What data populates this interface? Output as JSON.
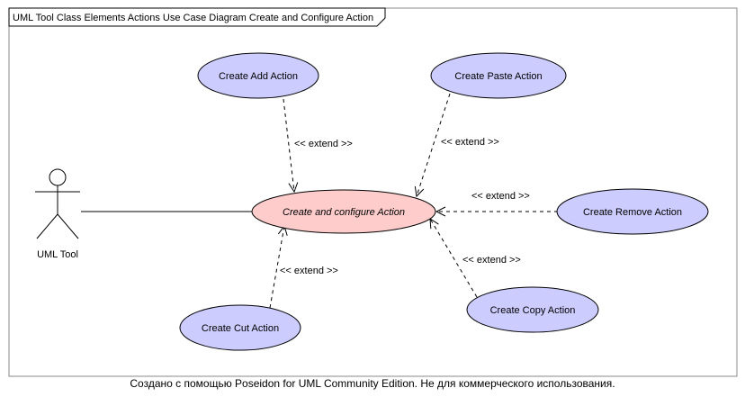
{
  "frame": {
    "title": "UML Tool Class Elements Actions Use Case Diagram Create and Configure Action"
  },
  "actor": {
    "name": "UML Tool"
  },
  "use_cases": {
    "main": "Create and configure Action",
    "add": "Create Add Action",
    "paste": "Create Paste Action",
    "remove": "Create Remove Action",
    "copy": "Create Copy Action",
    "cut": "Create Cut Action"
  },
  "relations": {
    "extend_label": "<< extend >>"
  },
  "colors": {
    "main_fill": "#ffcccc",
    "use_case_fill": "#ccccff",
    "stroke": "#000000"
  },
  "footer": "Создано с помощью Poseidon for UML Community Edition. Не для коммерческого использования."
}
